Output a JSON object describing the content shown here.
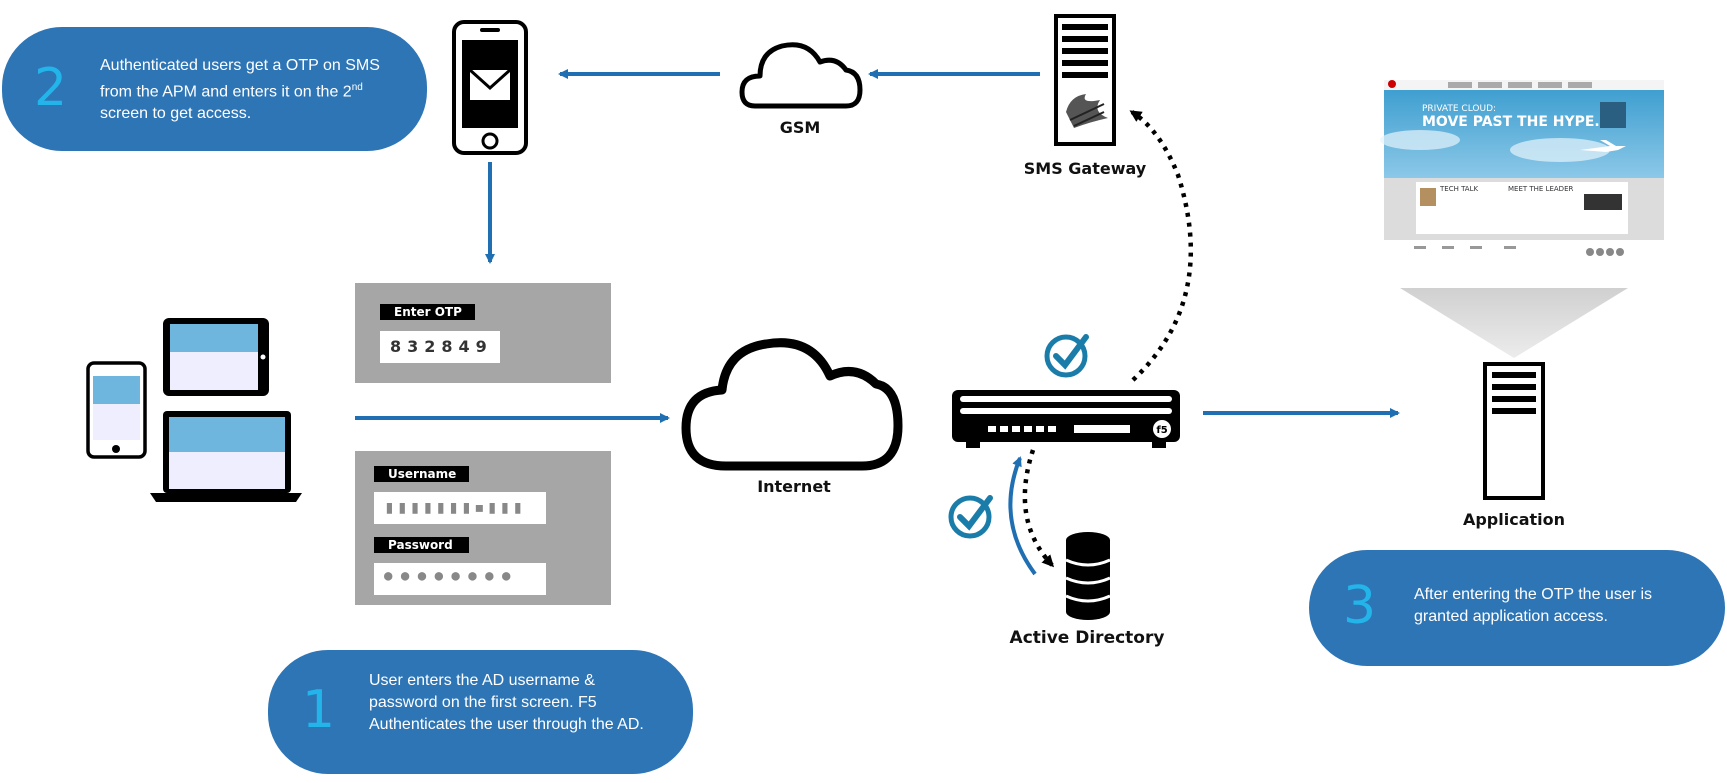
{
  "steps": [
    {
      "number": "1",
      "text": "User enters the AD username & password on the first screen. F5 Authenticates the user through the AD."
    },
    {
      "number": "2",
      "text_pre": "Authenticated users get a OTP on SMS from the APM and enters it on the 2",
      "text_sup": "nd",
      "text_post": " screen to get access."
    },
    {
      "number": "3",
      "text": "After entering the OTP the user is granted application access."
    }
  ],
  "nodes": {
    "gsm": "GSM",
    "sms_gateway": "SMS Gateway",
    "internet": "Internet",
    "active_directory": "Active Directory",
    "application": "Application"
  },
  "otp_form": {
    "label": "Enter OTP",
    "value": "832849"
  },
  "login_form": {
    "username_label": "Username",
    "password_label": "Password",
    "username_mask": "▮▮▮▮▮▮▮▪▮▮▮",
    "password_mask": "● ● ● ● ● ● ● ●"
  },
  "website": {
    "headline1": "PRIVATE CLOUD:",
    "headline2": "MOVE PAST THE HYPE.",
    "card1": "TECH TALK",
    "card2": "MEET THE LEADER"
  },
  "colors": {
    "callout": "#2e75b6",
    "number": "#23b5ea",
    "arrow": "#1f6fb2",
    "check": "#1a7ca8"
  }
}
